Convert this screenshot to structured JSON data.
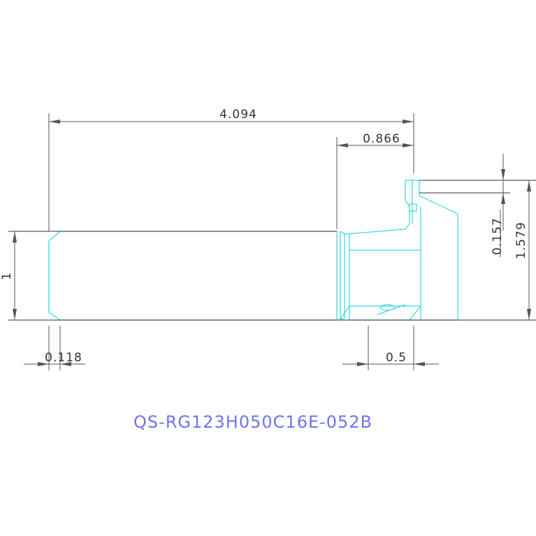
{
  "drawing": {
    "part_number": "QS-RG123H050C16E-052B",
    "dimensions": {
      "overall_length": "4.094",
      "head_length": "0.866",
      "shank_height": "1",
      "chamfer": "0.118",
      "grip_offset": "0.5",
      "step_height": "0.157",
      "overall_height": "1.579"
    },
    "colors": {
      "outline": "#37d6e0",
      "dimension_lines": "#555555",
      "dimension_text": "#333333",
      "part_number": "#6f73ee"
    }
  }
}
